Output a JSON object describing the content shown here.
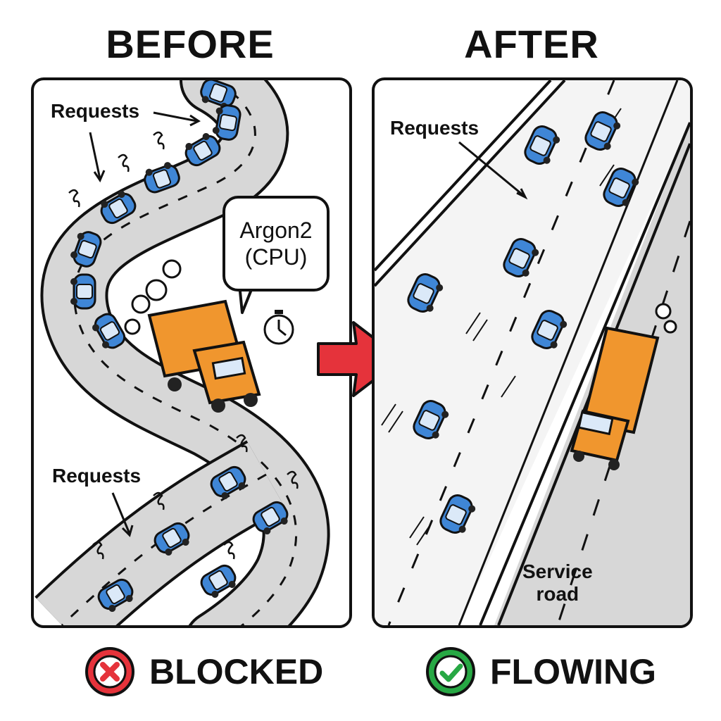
{
  "before": {
    "title": "BEFORE",
    "label_top": "Requests",
    "label_bottom": "Requests",
    "callout": "Argon2\n(CPU)",
    "status": "BLOCKED",
    "status_icon": "x-circle-icon",
    "status_color": "#e5333b"
  },
  "after": {
    "title": "AFTER",
    "label_requests": "Requests",
    "label_service": "Service\nroad",
    "status": "FLOWING",
    "status_icon": "check-circle-icon",
    "status_color": "#27a844"
  },
  "colors": {
    "car": "#3f86d6",
    "truck": "#f0962e",
    "arrow": "#e5333b",
    "road": "#d7d7d7"
  }
}
